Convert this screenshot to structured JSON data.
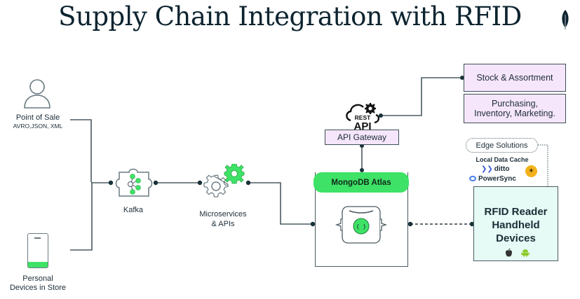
{
  "title": "Supply Chain Integration with RFID",
  "logo": {
    "icon": "mongodb-leaf-icon",
    "color": "#0d2430"
  },
  "colors": {
    "accent_green": "#3ee266",
    "line": "#4a5a62",
    "lilac": "#f6e6fb",
    "mint": "#e6fbf5",
    "text_dark": "#0d2430"
  },
  "nodes": {
    "pos": {
      "label": "Point of Sale",
      "sublabel": "AVRO,JSON, XML",
      "icon": "user-icon"
    },
    "devices": {
      "label_line1": "Personal",
      "label_line2": "Devices in Store",
      "icon": "smartphone-icon"
    },
    "kafka": {
      "label": "Kafka",
      "icon": "kafka-icon"
    },
    "micro": {
      "label_line1": "Microservices",
      "label_line2": "& APIs",
      "icon": "gears-icon"
    },
    "api": {
      "icon_text_top": "REST",
      "icon_text_bottom": "API",
      "gateway_label": "API Gateway",
      "icon": "rest-api-cloud-icon"
    },
    "stock": {
      "label": "Stock & Assortment"
    },
    "purchasing": {
      "label_line1": "Purchasing,",
      "label_line2": "Inventory, Marketing."
    },
    "atlas": {
      "label": "MongoDB Atlas",
      "icon": "document-database-icon"
    },
    "edge": {
      "label": "Edge Solutions",
      "cache_label": "Local Data Cache",
      "vendors": [
        {
          "name": "ditto",
          "icon": "ditto-icon"
        },
        {
          "name": "PowerSync",
          "icon": "powersync-icon"
        },
        {
          "name": "",
          "icon": "bee-icon"
        }
      ]
    },
    "rfid": {
      "line1": "RFID Reader",
      "line2": "Handheld",
      "line3": "Devices",
      "platforms": [
        "apple-icon",
        "android-icon"
      ]
    }
  }
}
